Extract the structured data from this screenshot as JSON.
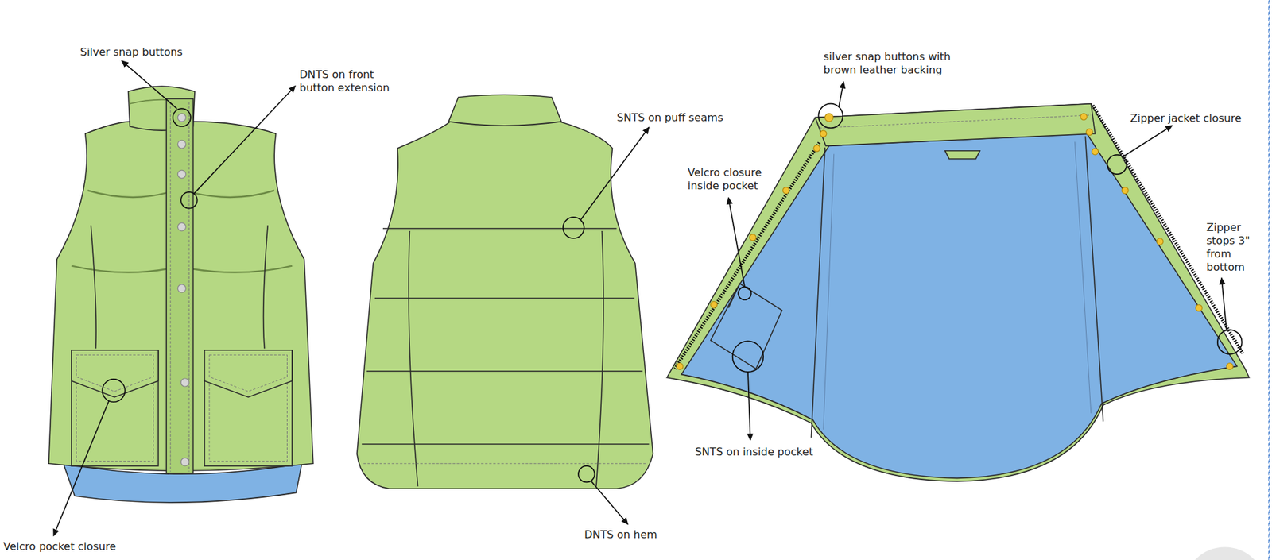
{
  "diagram": {
    "labels": [
      "Silver snap buttons",
      "DNTS on front button extension",
      "Velcro pocket closure",
      "SNTS on puff seams",
      "DNTS on hem",
      "silver snap buttons with brown leather backing",
      "Velcro closure inside pocket",
      "SNTS on inside pocket",
      "Zipper jacket closure",
      "Zipper stops 3\" from bottom"
    ]
  }
}
